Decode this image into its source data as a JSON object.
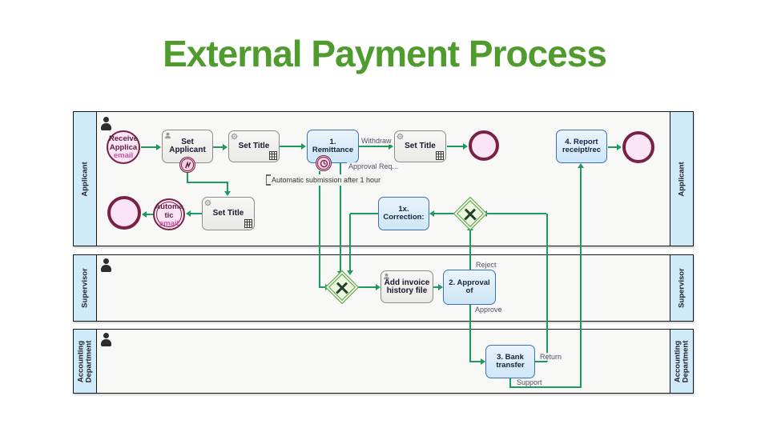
{
  "slide": {
    "title": "External Payment Process"
  },
  "lanes": [
    {
      "label": "Applicant"
    },
    {
      "label": "Supervisor"
    },
    {
      "label": "Accounting Department"
    }
  ],
  "nodes": {
    "start_event": {
      "line1": "Receive",
      "line2": "Applica",
      "line3": "email"
    },
    "set_applicant": "Set Applicant",
    "set_title_1": "Set Title",
    "remittance": "1. Remittance",
    "set_title_after_withdraw": "Set Title",
    "report_receipt": "4. Report receipt/rec",
    "set_title_row2": "Set Title",
    "auto_email": {
      "line1": "Automa",
      "line2": "tic",
      "line3": "email"
    },
    "correction": "1x. Correction:",
    "add_invoice": "Add invoice history file",
    "approval": "2. Approval of",
    "bank_transfer": "3. Bank transfer",
    "annotation": "Automatic submission after 1 hour"
  },
  "flow_labels": {
    "withdraw": "Withdraw",
    "approval_req": "Approval Req...",
    "reject": "Reject",
    "approve": "Approve",
    "return": "Return",
    "support": "Support"
  },
  "icons": {
    "lane_actor": "person-icon",
    "user_task": "person-icon",
    "service_task": "gear-icon",
    "table_marker": "grid-icon",
    "timer_boundary": "clock-icon",
    "error_boundary": "lightning-icon",
    "exclusive_gateway": "x-marker"
  },
  "colors": {
    "title": "#4f9b2e",
    "flow": "#1d9a5f",
    "lane_band": "#cfeaf8",
    "pool_bg": "#f8f8f7",
    "task_gray_fill": "#e9e9e6",
    "task_gray_border": "#8b8b88",
    "task_blue_fill": "#cde6f8",
    "task_blue_border": "#3d6fb5",
    "event_fill": "#fbe4f6",
    "event_border": "#772145",
    "gateway_fill": "#ebf7df",
    "gateway_border": "#5a9c49",
    "flow_label": "#50506a",
    "annotation_bg": "#f3f3f0"
  }
}
